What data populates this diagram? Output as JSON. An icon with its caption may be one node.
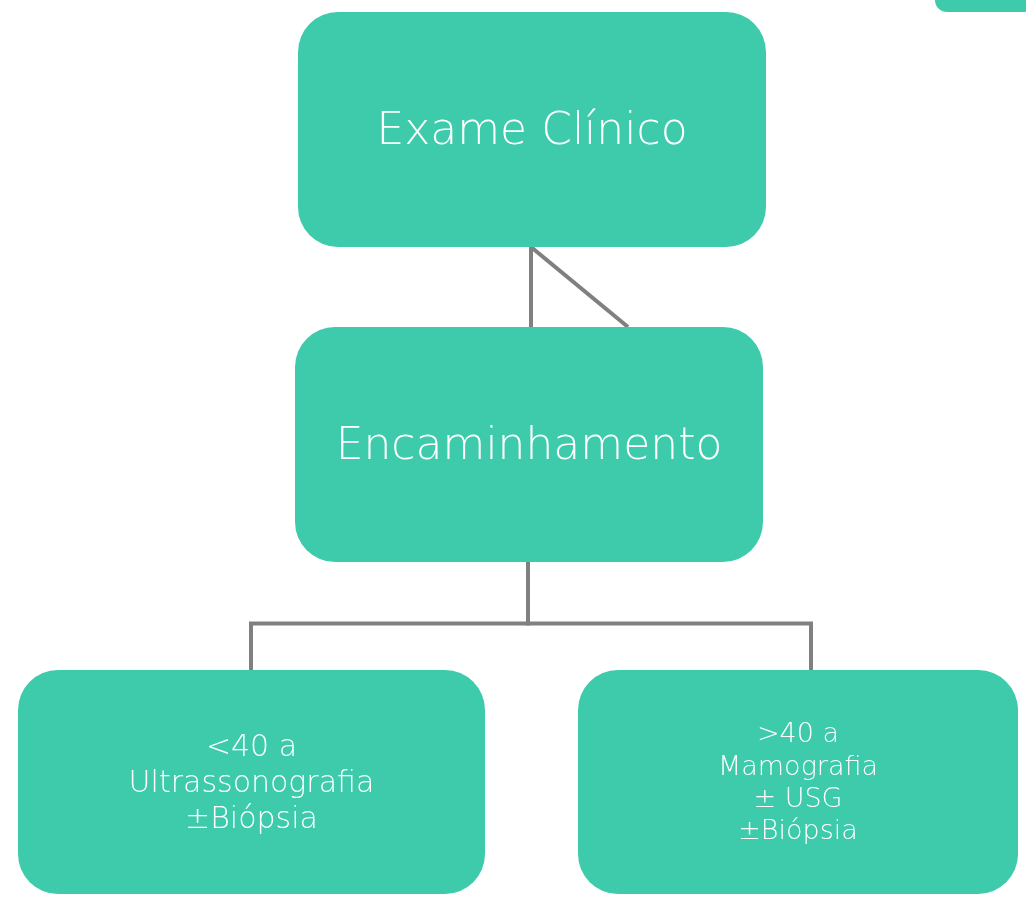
{
  "diagram": {
    "nodes": [
      {
        "text": [
          "Exame Clínico"
        ]
      },
      {
        "text": [
          "Encaminhamento"
        ]
      },
      {
        "text": [
          "<40 a",
          "Ultrassonografia",
          "±Biópsia"
        ]
      },
      {
        "text": [
          ">40 a",
          "Mamografia",
          "± USG",
          "±Biópsia"
        ]
      },
      {
        "text": [],
        "shape": "box"
      }
    ],
    "edges": [
      {
        "from": 0,
        "to": 1,
        "arrow": "none"
      },
      {
        "from": 0,
        "to": 1,
        "arrow": "none"
      },
      {
        "from": 1,
        "to": 2,
        "arrow": "none"
      },
      {
        "from": 1,
        "to": 3,
        "arrow": "none"
      }
    ]
  }
}
